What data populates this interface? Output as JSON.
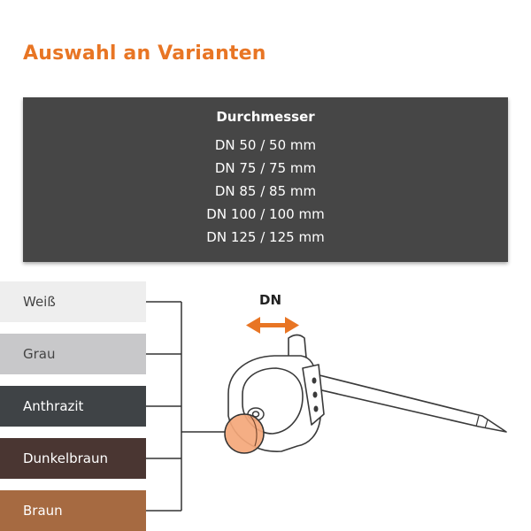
{
  "title": "Auswahl an Varianten",
  "sizes": {
    "heading": "Durchmesser",
    "items": [
      "DN 50 / 50 mm",
      "DN 75 / 75 mm",
      "DN 85 / 85 mm",
      "DN 100 / 100 mm",
      "DN 125 / 125 mm"
    ]
  },
  "colors": [
    {
      "label": "Weiß",
      "hex": "#eeeeee"
    },
    {
      "label": "Grau",
      "hex": "#c8c8ca"
    },
    {
      "label": "Anthrazit",
      "hex": "#3f4346"
    },
    {
      "label": "Dunkelbraun",
      "hex": "#4a3632"
    },
    {
      "label": "Braun",
      "hex": "#a66a41"
    }
  ],
  "illustration": {
    "dimension_label": "DN",
    "accent_color": "#e87524",
    "highlight_color": "#f4a77a"
  }
}
